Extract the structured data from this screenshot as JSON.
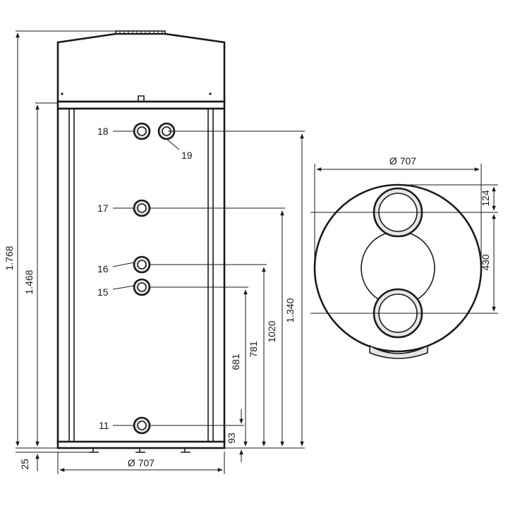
{
  "front_view": {
    "dimensions": {
      "overall_height": "1.768",
      "tank_height": "1.468",
      "foot_height": "25",
      "width": "Ø 707"
    },
    "connections": [
      {
        "id": "18"
      },
      {
        "id": "19"
      },
      {
        "id": "17"
      },
      {
        "id": "16"
      },
      {
        "id": "15"
      },
      {
        "id": "11"
      }
    ],
    "heights": [
      "1.340",
      "1020",
      "781",
      "681",
      "93"
    ]
  },
  "top_view": {
    "diameter": "Ø 707",
    "dim_offset": "124",
    "dim_spacing": "430"
  }
}
